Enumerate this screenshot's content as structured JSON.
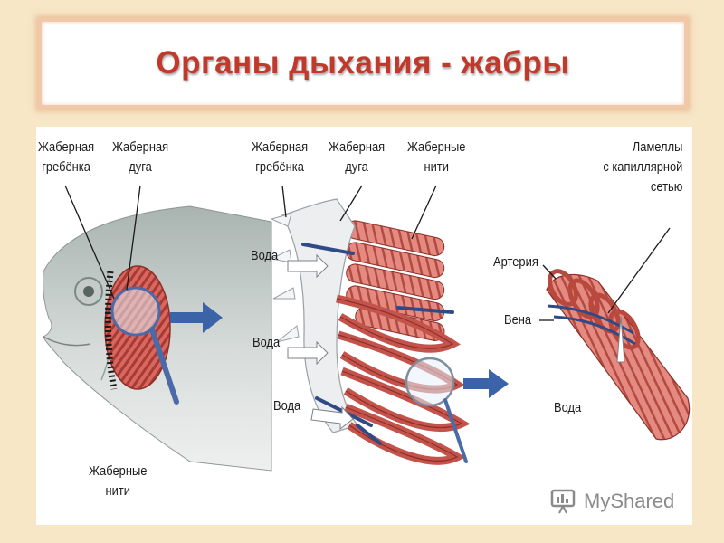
{
  "title": "Органы дыхания - жабры",
  "labels": {
    "fish_rake_1": "Жаберная",
    "fish_rake_2": "гребёнка",
    "fish_arch_1": "Жаберная",
    "fish_arch_2": "дуга",
    "fish_filaments_1": "Жаберные",
    "fish_filaments_2": "нити",
    "mid_rake_1": "Жаберная",
    "mid_rake_2": "гребёнка",
    "mid_arch_1": "Жаберная",
    "mid_arch_2": "дуга",
    "mid_filaments_1": "Жаберные",
    "mid_filaments_2": "нити",
    "water_1": "Вода",
    "water_2": "Вода",
    "water_3": "Вода",
    "lamellae_1": "Ламеллы",
    "lamellae_2": "с капиллярной",
    "lamellae_3": "сетью",
    "artery": "Артерия",
    "vein": "Вена",
    "water_right": "Вода"
  },
  "watermark": {
    "text": "MyShared"
  },
  "colors": {
    "title": "#c0392b",
    "frame": "#f1c9a8",
    "background": "#f7e7c6",
    "arrow": "#3b63a8",
    "gill": "#d9675f",
    "fish": "#b9c4c0"
  }
}
